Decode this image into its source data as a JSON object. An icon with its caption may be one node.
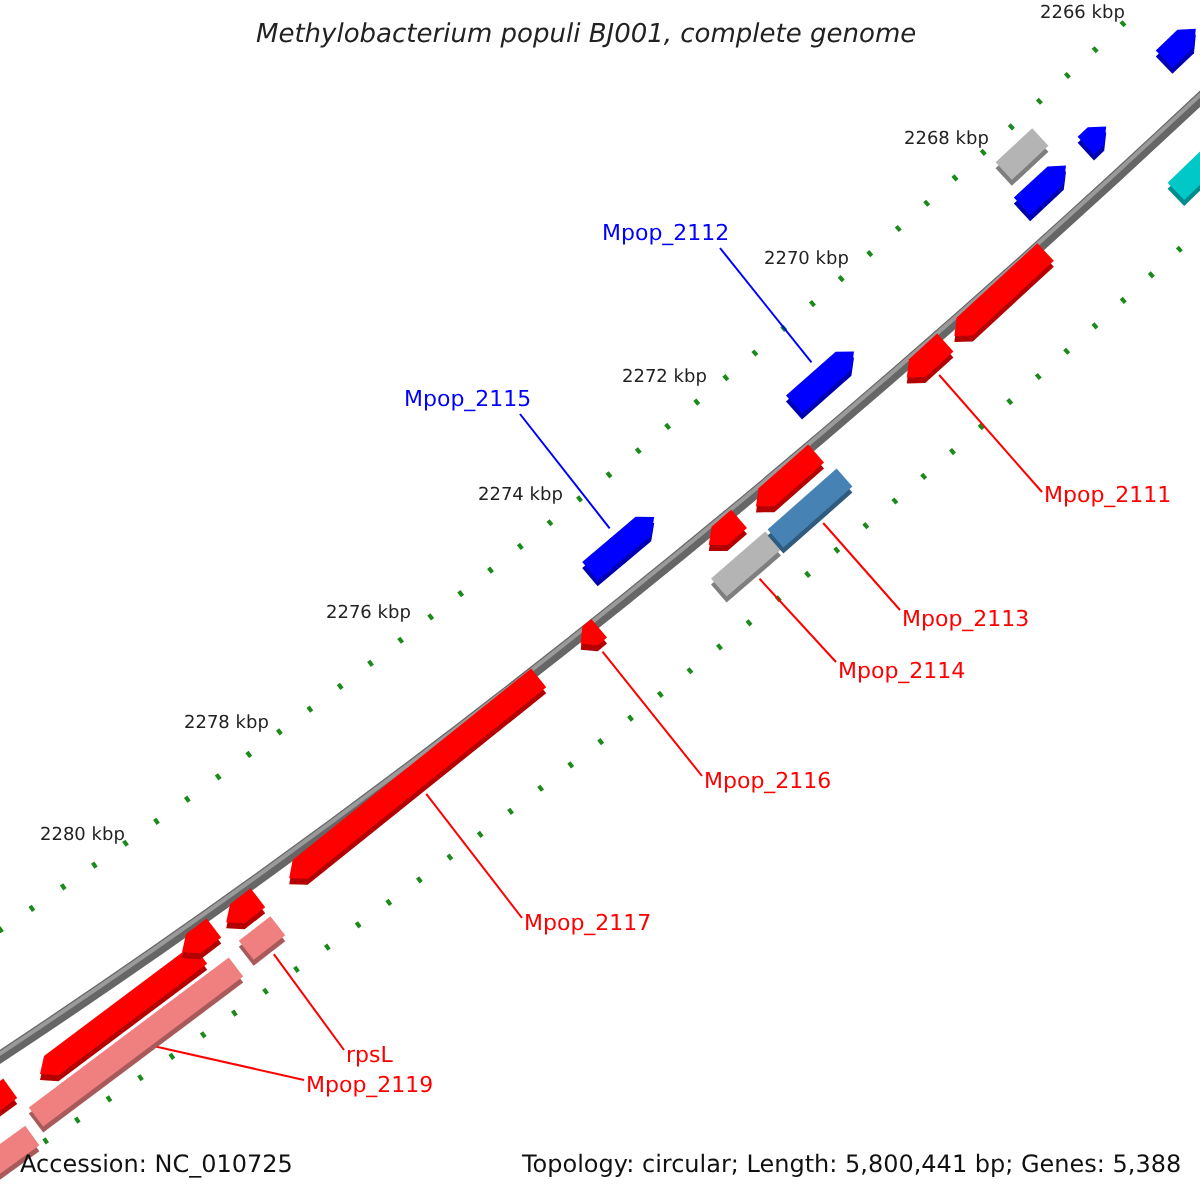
{
  "diagram": {
    "title": "Methylobacterium populi BJ001, complete genome",
    "nodes": [
      {
        "text": [
          "Mpop_2112"
        ]
      },
      {
        "text": [
          "Mpop_2115"
        ]
      },
      {
        "text": [
          "Mpop_2111"
        ]
      },
      {
        "text": [
          "Mpop_2113"
        ]
      },
      {
        "text": [
          "Mpop_2114"
        ]
      },
      {
        "text": [
          "Mpop_2116"
        ]
      },
      {
        "text": [
          "Mpop_2117"
        ]
      },
      {
        "text": [
          "rpsL"
        ]
      },
      {
        "text": [
          "Mpop_2119"
        ]
      },
      {
        "text": [],
        "shape": "bar"
      },
      {
        "text": [],
        "shape": "bar"
      },
      {
        "text": [],
        "shape": "bar"
      },
      {
        "text": [],
        "shape": "bar"
      },
      {
        "text": [],
        "shape": "bar"
      },
      {
        "text": [],
        "shape": "bar"
      },
      {
        "text": [],
        "shape": "bar"
      },
      {
        "text": [],
        "shape": "bar"
      },
      {
        "text": [],
        "shape": "bar"
      },
      {
        "text": [],
        "shape": "bar"
      },
      {
        "text": [],
        "shape": "bar"
      },
      {
        "text": [],
        "shape": "bar"
      },
      {
        "text": [],
        "shape": "bar"
      },
      {
        "text": [],
        "shape": "bar"
      },
      {
        "text": [],
        "shape": "bar"
      },
      {
        "text": [],
        "shape": "bar"
      },
      {
        "text": [],
        "shape": "bar"
      },
      {
        "text": [],
        "shape": "bar"
      },
      {
        "text": [],
        "shape": "bar"
      },
      {
        "text": [],
        "shape": "bar"
      },
      {
        "text": [],
        "shape": "bar"
      },
      {
        "text": [],
        "shape": "bar"
      }
    ],
    "edges": [
      {
        "from": 0,
        "to": 23,
        "arrow": "none",
        "color": "#0000ff"
      },
      {
        "from": 1,
        "to": 18,
        "arrow": "none",
        "color": "#0000ff"
      },
      {
        "from": 2,
        "to": 24,
        "arrow": "none"
      },
      {
        "from": 3,
        "to": 22,
        "arrow": "none"
      },
      {
        "from": 4,
        "to": 20,
        "arrow": "none"
      },
      {
        "from": 5,
        "to": 17,
        "arrow": "none"
      },
      {
        "from": 6,
        "to": 16,
        "arrow": "none"
      },
      {
        "from": 7,
        "to": 15,
        "arrow": "none"
      },
      {
        "from": 8,
        "to": 12,
        "arrow": "none"
      }
    ],
    "labels": [
      "2266 kbp",
      "2268 kbp",
      "2270 kbp",
      "2272 kbp",
      "2274 kbp",
      "2276 kbp",
      "2278 kbp",
      "2280 kbp",
      "Accession: NC_010725",
      "Topology: circular; Length: 5,800,441 bp; Genes: 5,388"
    ]
  }
}
